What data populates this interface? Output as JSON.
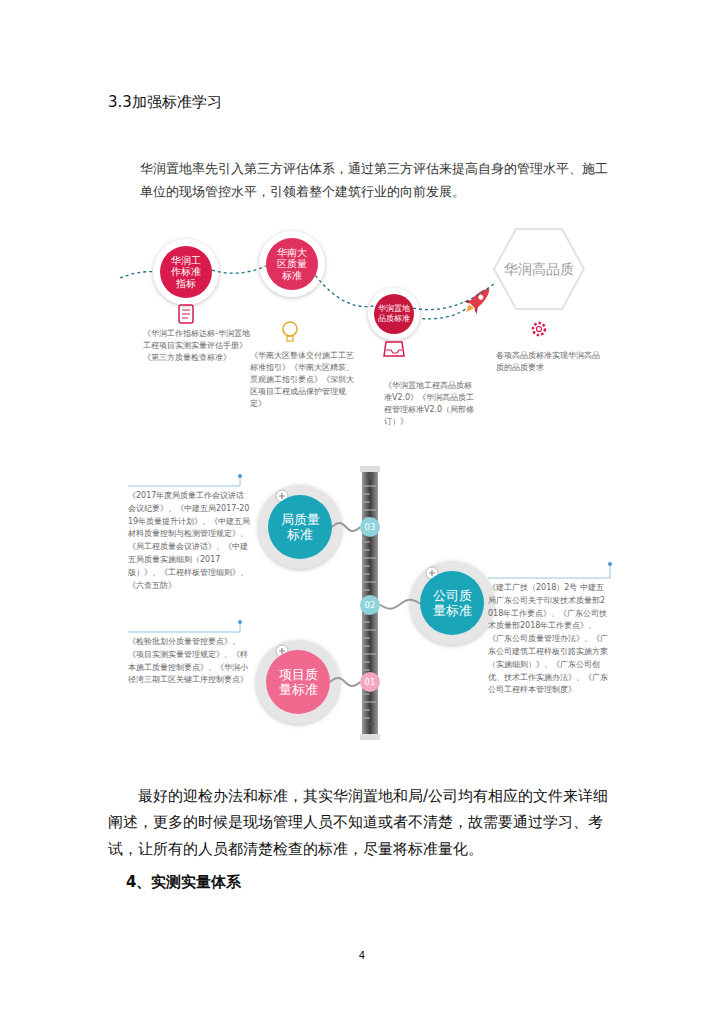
{
  "diagram": {
    "title": "3.3加强标准学习",
    "nodes": [
      {
        "text": [
          "华润工作标准指标"
        ]
      },
      {
        "text": [
          "华南大区质量标准"
        ]
      },
      {
        "text": [
          "华润置地品质标准"
        ]
      },
      {
        "text": [
          "华润高品质"
        ]
      },
      {
        "text": [
          "局质量标准"
        ]
      },
      {
        "text": [
          "03"
        ]
      },
      {
        "text": [
          "公司质量标准"
        ]
      },
      {
        "text": [
          "02"
        ]
      },
      {
        "text": [
          "项目质量标准"
        ]
      },
      {
        "text": [
          "01"
        ]
      }
    ],
    "edges": [
      {
        "from": 0,
        "to": 1,
        "arrow": "none"
      },
      {
        "from": 1,
        "to": 2,
        "arrow": "none"
      },
      {
        "from": 2,
        "to": 3,
        "arrow": "none"
      },
      {
        "from": 5,
        "to": 4,
        "arrow": "none"
      },
      {
        "from": 7,
        "to": 6,
        "arrow": "none"
      },
      {
        "from": 9,
        "to": 8,
        "arrow": "none"
      }
    ],
    "labels": [
      "华润置地率先引入第三方评估体系，通过第三方评估来提高自身的管理水平、施工单位的现场管控水平，引领着整个建筑行业的向前发展。",
      "《华润工作指标达标-华润置地工程项目实测实量评估手册》《第三方质量检查标准》",
      "《华南大区整体交付施工工艺标准指引》《华南大区精装、景观施工指引要点》《深圳大区项目工程成品保护管理规定》",
      "《华润置地工程高品质标准V2.0》《华润高品质工程管理标准V2.0（局部修订）》",
      "各项高品质标准实现华润高品质的品质要求",
      "《2017年度局质量工作会议讲话会议纪要》、《中建五局2017-2019年质量提升计划》、《中建五局材料质量控制与检测管理规定》、《局工程质量会议讲话》、《中建五局质量实施细则（2017版）》、《工程样板管理细则》、《六查五防》",
      "《建工广技（2018）2号 中建五局广东公司关于印发技术质量部2018年工作要点》、《广东公司技术质量部2018年工作要点》、《广东公司质量管理办法》、《广东公司建筑工程样板引路实施方案（实施细则）》、《广东公司创优、技术工作实施办法》、《广东公司工程样本管理制度》",
      "《检验批划分质量管控要点》、《项目实测实量管理规定》、《样本施工质量控制要点》、《华润小径湾三期工区关键工序控制要点》",
      "最好的迎检办法和标准，其实华润置地和局/公司均有相应的文件来详细阐述，更多的时候是现场管理人员不知道或者不清楚，故需要通过学习、考试，让所有的人员都清楚检查的标准，尽量将标准量化。",
      "4、实测实量体系",
      "4"
    ]
  }
}
